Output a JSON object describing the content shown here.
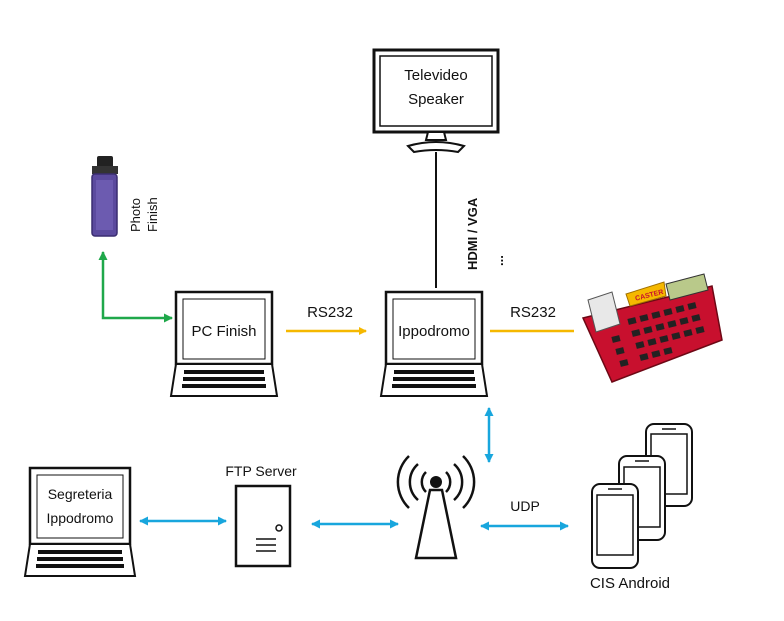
{
  "nodes": {
    "monitor": {
      "line1": "Televideo",
      "line2": "Speaker"
    },
    "photo_finish": {
      "line1": "Photo",
      "line2": "Finish"
    },
    "pc_finish": {
      "label": "PC Finish"
    },
    "ippodromo": {
      "label": "Ippodromo"
    },
    "segreteria": {
      "line1": "Segreteria",
      "line2": "Ippodromo"
    },
    "ftp_server": {
      "label": "FTP Server"
    },
    "cis_android": {
      "label": "CIS Android"
    },
    "printer_logo": {
      "label": "CASTER"
    }
  },
  "links": {
    "pc_to_ippodromo": "RS232",
    "ippodromo_to_printer": "RS232",
    "antenna_to_phones": "UDP",
    "ippodromo_to_monitor": "HDMI / VGA",
    "ippodromo_to_monitor_more": "..."
  },
  "colors": {
    "serial": "#f5b800",
    "network": "#18a6dd",
    "usb": "#1fa84a",
    "device_outline": "#111111",
    "printer_body": "#c8102e",
    "photo_finish_body": "#5b4a9e",
    "printer_display": "#b9c98a"
  }
}
